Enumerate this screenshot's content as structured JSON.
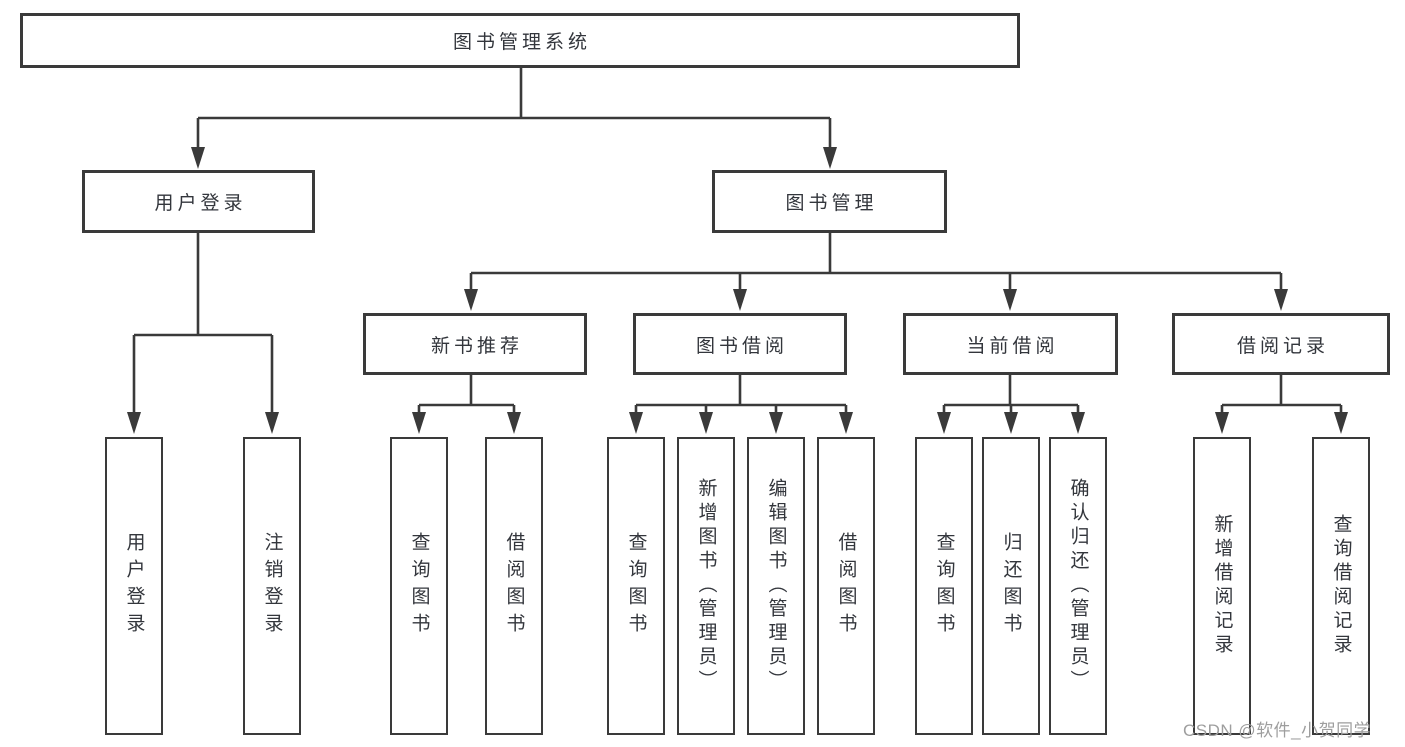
{
  "diagram": {
    "root": {
      "label": "图书管理系统"
    },
    "level2": [
      {
        "label": "用户登录"
      },
      {
        "label": "图书管理"
      }
    ],
    "level3": [
      {
        "label": "新书推荐"
      },
      {
        "label": "图书借阅"
      },
      {
        "label": "当前借阅"
      },
      {
        "label": "借阅记录"
      }
    ],
    "leaves": [
      {
        "label": "用户登录"
      },
      {
        "label": "注销登录"
      },
      {
        "label": "查询图书"
      },
      {
        "label": "借阅图书"
      },
      {
        "label": "查询图书"
      },
      {
        "label": "新增图书（管理员）"
      },
      {
        "label": "编辑图书（管理员）"
      },
      {
        "label": "借阅图书"
      },
      {
        "label": "查询图书"
      },
      {
        "label": "归还图书"
      },
      {
        "label": "确认归还（管理员）"
      },
      {
        "label": "新增借阅记录"
      },
      {
        "label": "查询借阅记录"
      }
    ],
    "colors": {
      "line": "#3a3a3a",
      "text": "#33363c",
      "watermark": "#9e9e9e"
    },
    "watermark": "CSDN @软件_小贺同学"
  }
}
